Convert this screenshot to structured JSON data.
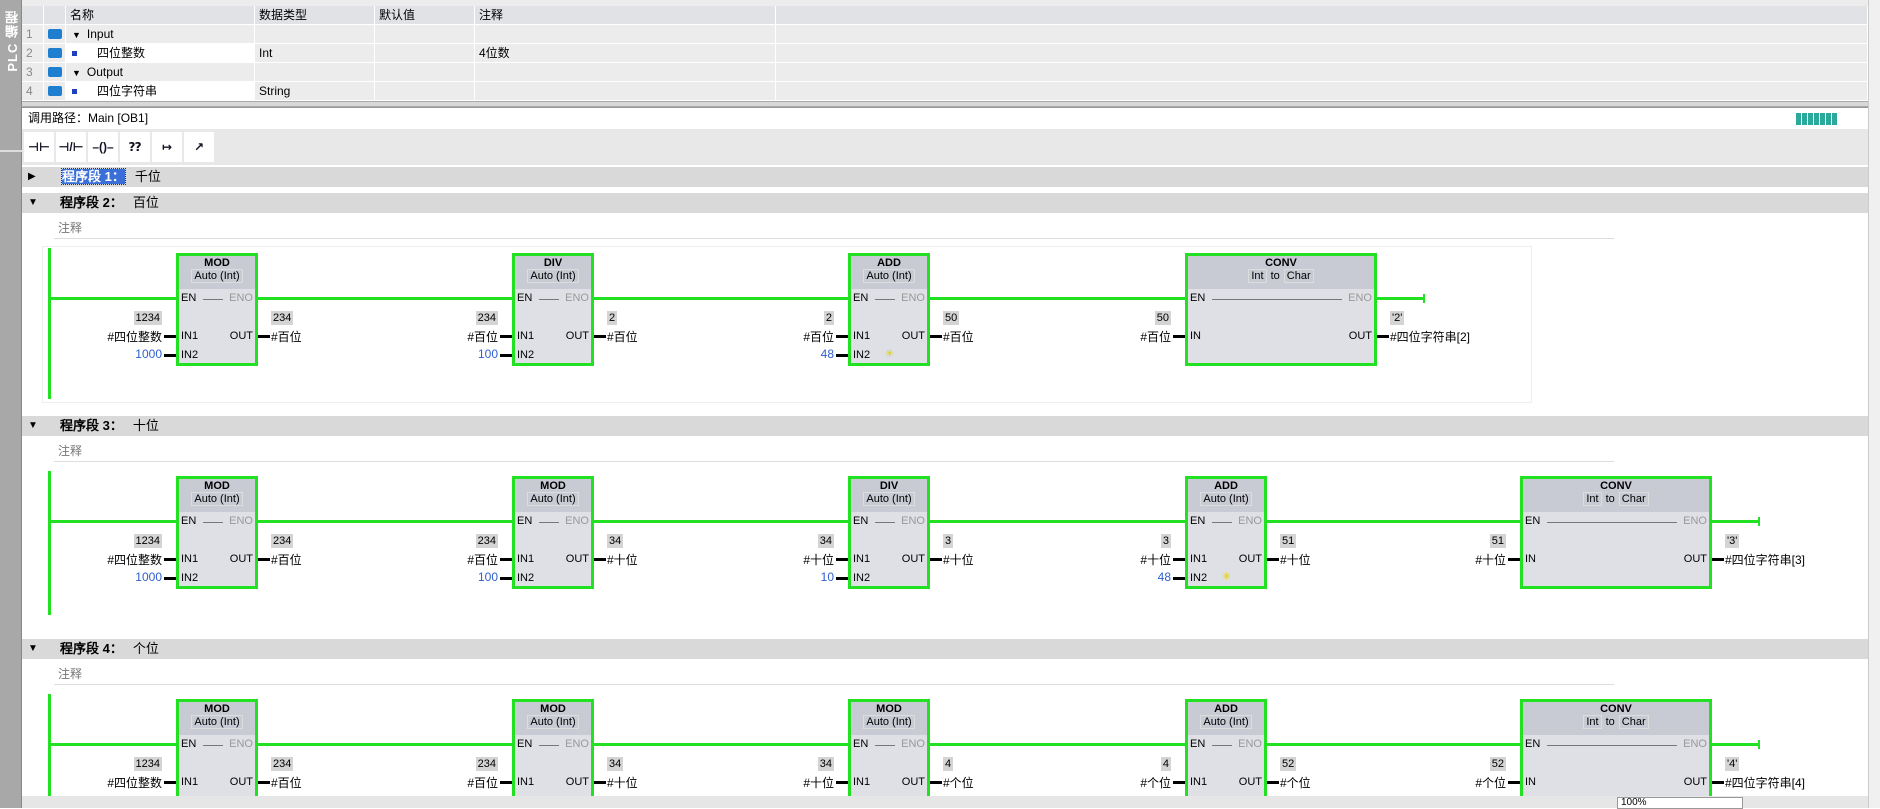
{
  "side_tab": "PLC 编程",
  "interface": {
    "columns": [
      "名称",
      "数据类型",
      "默认值",
      "注释"
    ],
    "rows": [
      {
        "num": "1",
        "name": "Input",
        "type": "",
        "default": "",
        "comment": "",
        "section": true
      },
      {
        "num": "2",
        "name": "四位整数",
        "type": "Int",
        "default": "",
        "comment": "4位数",
        "section": false
      },
      {
        "num": "3",
        "name": "Output",
        "type": "",
        "default": "",
        "comment": "",
        "section": true
      },
      {
        "num": "4",
        "name": "四位字符串",
        "type": "String",
        "default": "",
        "comment": "",
        "section": false
      }
    ]
  },
  "call_path": {
    "label": "调用路径：",
    "value": "Main [OB1]"
  },
  "toolbar": {
    "icons": [
      "normally-open-contact-icon",
      "normally-closed-contact-icon",
      "coil-icon",
      "empty-box-icon",
      "open-branch-icon",
      "close-branch-icon"
    ],
    "glyphs": [
      "⊣⊢",
      "⊣/⊢",
      "–()–",
      "⁇",
      "↦",
      "↗"
    ]
  },
  "networks": [
    {
      "title": "程序段 1：",
      "name": "千位",
      "collapsed": true
    },
    {
      "title": "程序段 2：",
      "name": "百位",
      "comment": "注释",
      "boxes": [
        {
          "slot": 0,
          "op": "MOD",
          "sub": "Auto (Int)",
          "in": [
            {
              "pin": "IN1",
              "val": "1234",
              "opd": "#四位整数"
            },
            {
              "pin": "IN2",
              "opd": "1000",
              "const": true
            }
          ],
          "out": {
            "val": "234",
            "opd": "#百位"
          }
        },
        {
          "slot": 1,
          "op": "DIV",
          "sub": "Auto (Int)",
          "in": [
            {
              "pin": "IN1",
              "val": "234",
              "opd": "#百位"
            },
            {
              "pin": "IN2",
              "opd": "100",
              "const": true
            }
          ],
          "out": {
            "val": "2",
            "opd": "#百位"
          }
        },
        {
          "slot": 2,
          "op": "ADD",
          "sub": "Auto (Int)",
          "star": true,
          "in": [
            {
              "pin": "IN1",
              "val": "2",
              "opd": "#百位"
            },
            {
              "pin": "IN2",
              "opd": "48",
              "const": true
            }
          ],
          "out": {
            "val": "50",
            "opd": "#百位"
          }
        },
        {
          "slot": 3,
          "op": "CONV",
          "conv": [
            "Int",
            "to",
            "Char"
          ],
          "in": [
            {
              "pin": "IN",
              "val": "50",
              "opd": "#百位"
            }
          ],
          "out": {
            "val": "'2'",
            "opd": "#四位字符串[2]"
          }
        }
      ]
    },
    {
      "title": "程序段 3：",
      "name": "十位",
      "comment": "注释",
      "boxes": [
        {
          "slot": 0,
          "op": "MOD",
          "sub": "Auto (Int)",
          "in": [
            {
              "pin": "IN1",
              "val": "1234",
              "opd": "#四位整数"
            },
            {
              "pin": "IN2",
              "opd": "1000",
              "const": true
            }
          ],
          "out": {
            "val": "234",
            "opd": "#百位"
          }
        },
        {
          "slot": 1,
          "op": "MOD",
          "sub": "Auto (Int)",
          "in": [
            {
              "pin": "IN1",
              "val": "234",
              "opd": "#百位"
            },
            {
              "pin": "IN2",
              "opd": "100",
              "const": true
            }
          ],
          "out": {
            "val": "34",
            "opd": "#十位"
          }
        },
        {
          "slot": 2,
          "op": "DIV",
          "sub": "Auto (Int)",
          "in": [
            {
              "pin": "IN1",
              "val": "34",
              "opd": "#十位"
            },
            {
              "pin": "IN2",
              "opd": "10",
              "const": true
            }
          ],
          "out": {
            "val": "3",
            "opd": "#十位"
          }
        },
        {
          "slot": 3,
          "op": "ADD",
          "sub": "Auto (Int)",
          "star": true,
          "in": [
            {
              "pin": "IN1",
              "val": "3",
              "opd": "#十位"
            },
            {
              "pin": "IN2",
              "opd": "48",
              "const": true
            }
          ],
          "out": {
            "val": "51",
            "opd": "#十位"
          }
        },
        {
          "slot": 4,
          "op": "CONV",
          "conv": [
            "Int",
            "to",
            "Char"
          ],
          "in": [
            {
              "pin": "IN",
              "val": "51",
              "opd": "#十位"
            }
          ],
          "out": {
            "val": "'3'",
            "opd": "#四位字符串[3]"
          }
        }
      ]
    },
    {
      "title": "程序段 4：",
      "name": "个位",
      "comment": "注释",
      "boxes": [
        {
          "slot": 0,
          "op": "MOD",
          "sub": "Auto (Int)",
          "in": [
            {
              "pin": "IN1",
              "val": "1234",
              "opd": "#四位整数"
            }
          ],
          "out": {
            "val": "234",
            "opd": "#百位"
          }
        },
        {
          "slot": 1,
          "op": "MOD",
          "sub": "Auto (Int)",
          "in": [
            {
              "pin": "IN1",
              "val": "234",
              "opd": "#百位"
            }
          ],
          "out": {
            "val": "34",
            "opd": "#十位"
          }
        },
        {
          "slot": 2,
          "op": "MOD",
          "sub": "Auto (Int)",
          "in": [
            {
              "pin": "IN1",
              "val": "34",
              "opd": "#十位"
            }
          ],
          "out": {
            "val": "4",
            "opd": "#个位"
          }
        },
        {
          "slot": 3,
          "op": "ADD",
          "sub": "Auto (Int)",
          "in": [
            {
              "pin": "IN1",
              "val": "4",
              "opd": "#个位"
            }
          ],
          "out": {
            "val": "52",
            "opd": "#个位"
          }
        },
        {
          "slot": 4,
          "op": "CONV",
          "conv": [
            "Int",
            "to",
            "Char"
          ],
          "in": [
            {
              "pin": "IN",
              "val": "52",
              "opd": "#个位"
            }
          ],
          "out": {
            "val": "'4'",
            "opd": "#四位字符串[4]"
          }
        }
      ]
    }
  ],
  "pins": {
    "en": "EN",
    "eno": "ENO",
    "out": "OUT"
  },
  "status": {
    "zoom": "100%"
  },
  "colors": {
    "powerflow": "#22e022",
    "constant": "#3060d0",
    "selection": "#3a6fd8"
  }
}
